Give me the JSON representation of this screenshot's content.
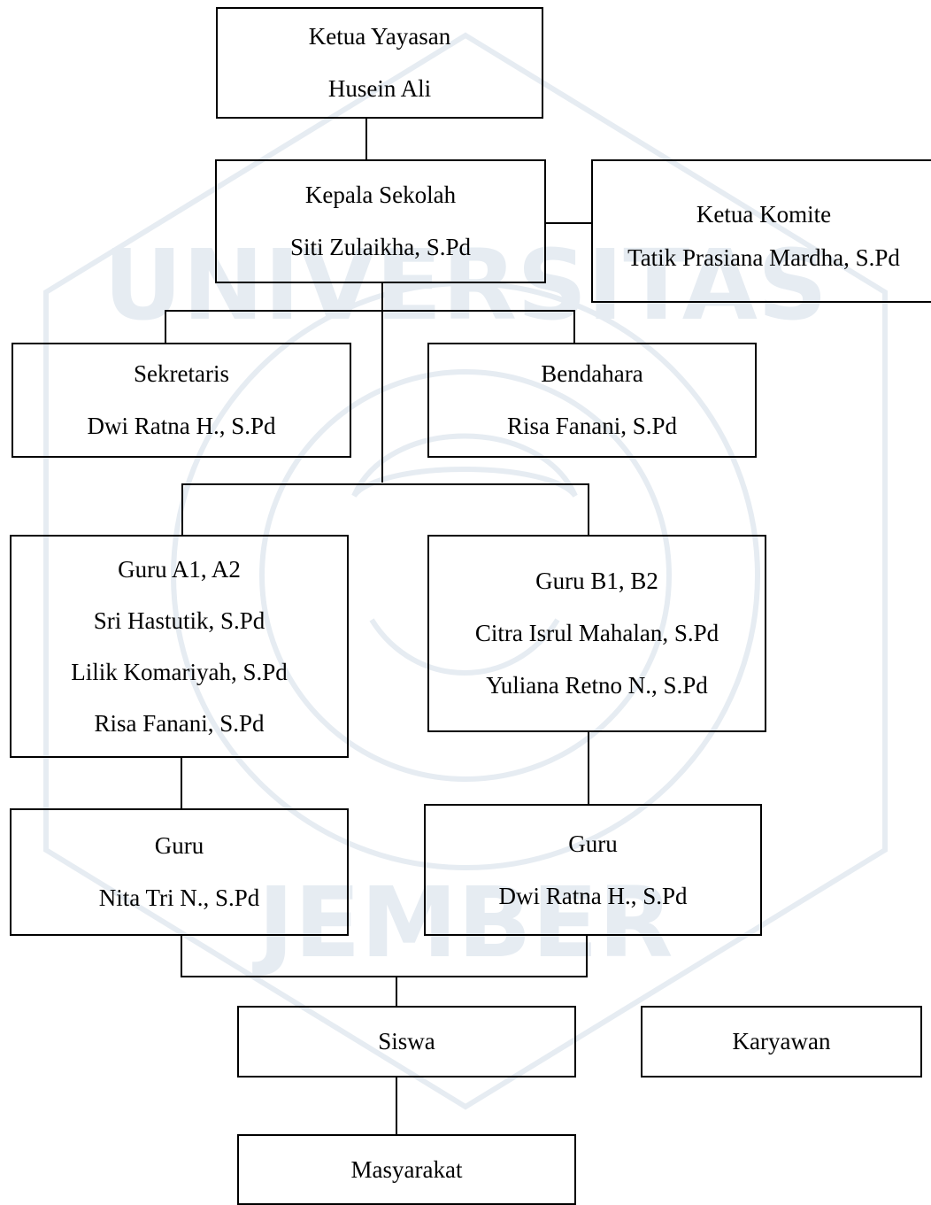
{
  "colors": {
    "line": "#000000",
    "background": "#ffffff",
    "watermark": "#e6ecf2"
  },
  "watermark": {
    "text_top": "UNIVERSITAS",
    "text_bottom": "JEMBER"
  },
  "boxes": {
    "ketua_yayasan": {
      "title": "Ketua Yayasan",
      "lines": [
        "Husein Ali"
      ]
    },
    "kepala_sekolah": {
      "title": "Kepala Sekolah",
      "lines": [
        "Siti Zulaikha, S.Pd"
      ]
    },
    "ketua_komite": {
      "title": "Ketua Komite",
      "lines": [
        "Tatik Prasiana Mardha, S.Pd"
      ]
    },
    "sekretaris": {
      "title": "Sekretaris",
      "lines": [
        "Dwi Ratna H., S.Pd"
      ]
    },
    "bendahara": {
      "title": "Bendahara",
      "lines": [
        "Risa Fanani, S.Pd"
      ]
    },
    "guru_a": {
      "title": "Guru A1, A2",
      "lines": [
        "Sri Hastutik, S.Pd",
        "Lilik Komariyah, S.Pd",
        "Risa Fanani, S.Pd"
      ]
    },
    "guru_b": {
      "title": "Guru B1, B2",
      "lines": [
        "Citra Isrul Mahalan, S.Pd",
        "Yuliana Retno N., S.Pd"
      ]
    },
    "guru_left": {
      "title": "Guru",
      "lines": [
        "Nita Tri N., S.Pd"
      ]
    },
    "guru_right": {
      "title": "Guru",
      "lines": [
        "Dwi Ratna H., S.Pd"
      ]
    },
    "siswa": {
      "title": "Siswa"
    },
    "karyawan": {
      "title": "Karyawan"
    },
    "masyarakat": {
      "title": "Masyarakat"
    }
  }
}
